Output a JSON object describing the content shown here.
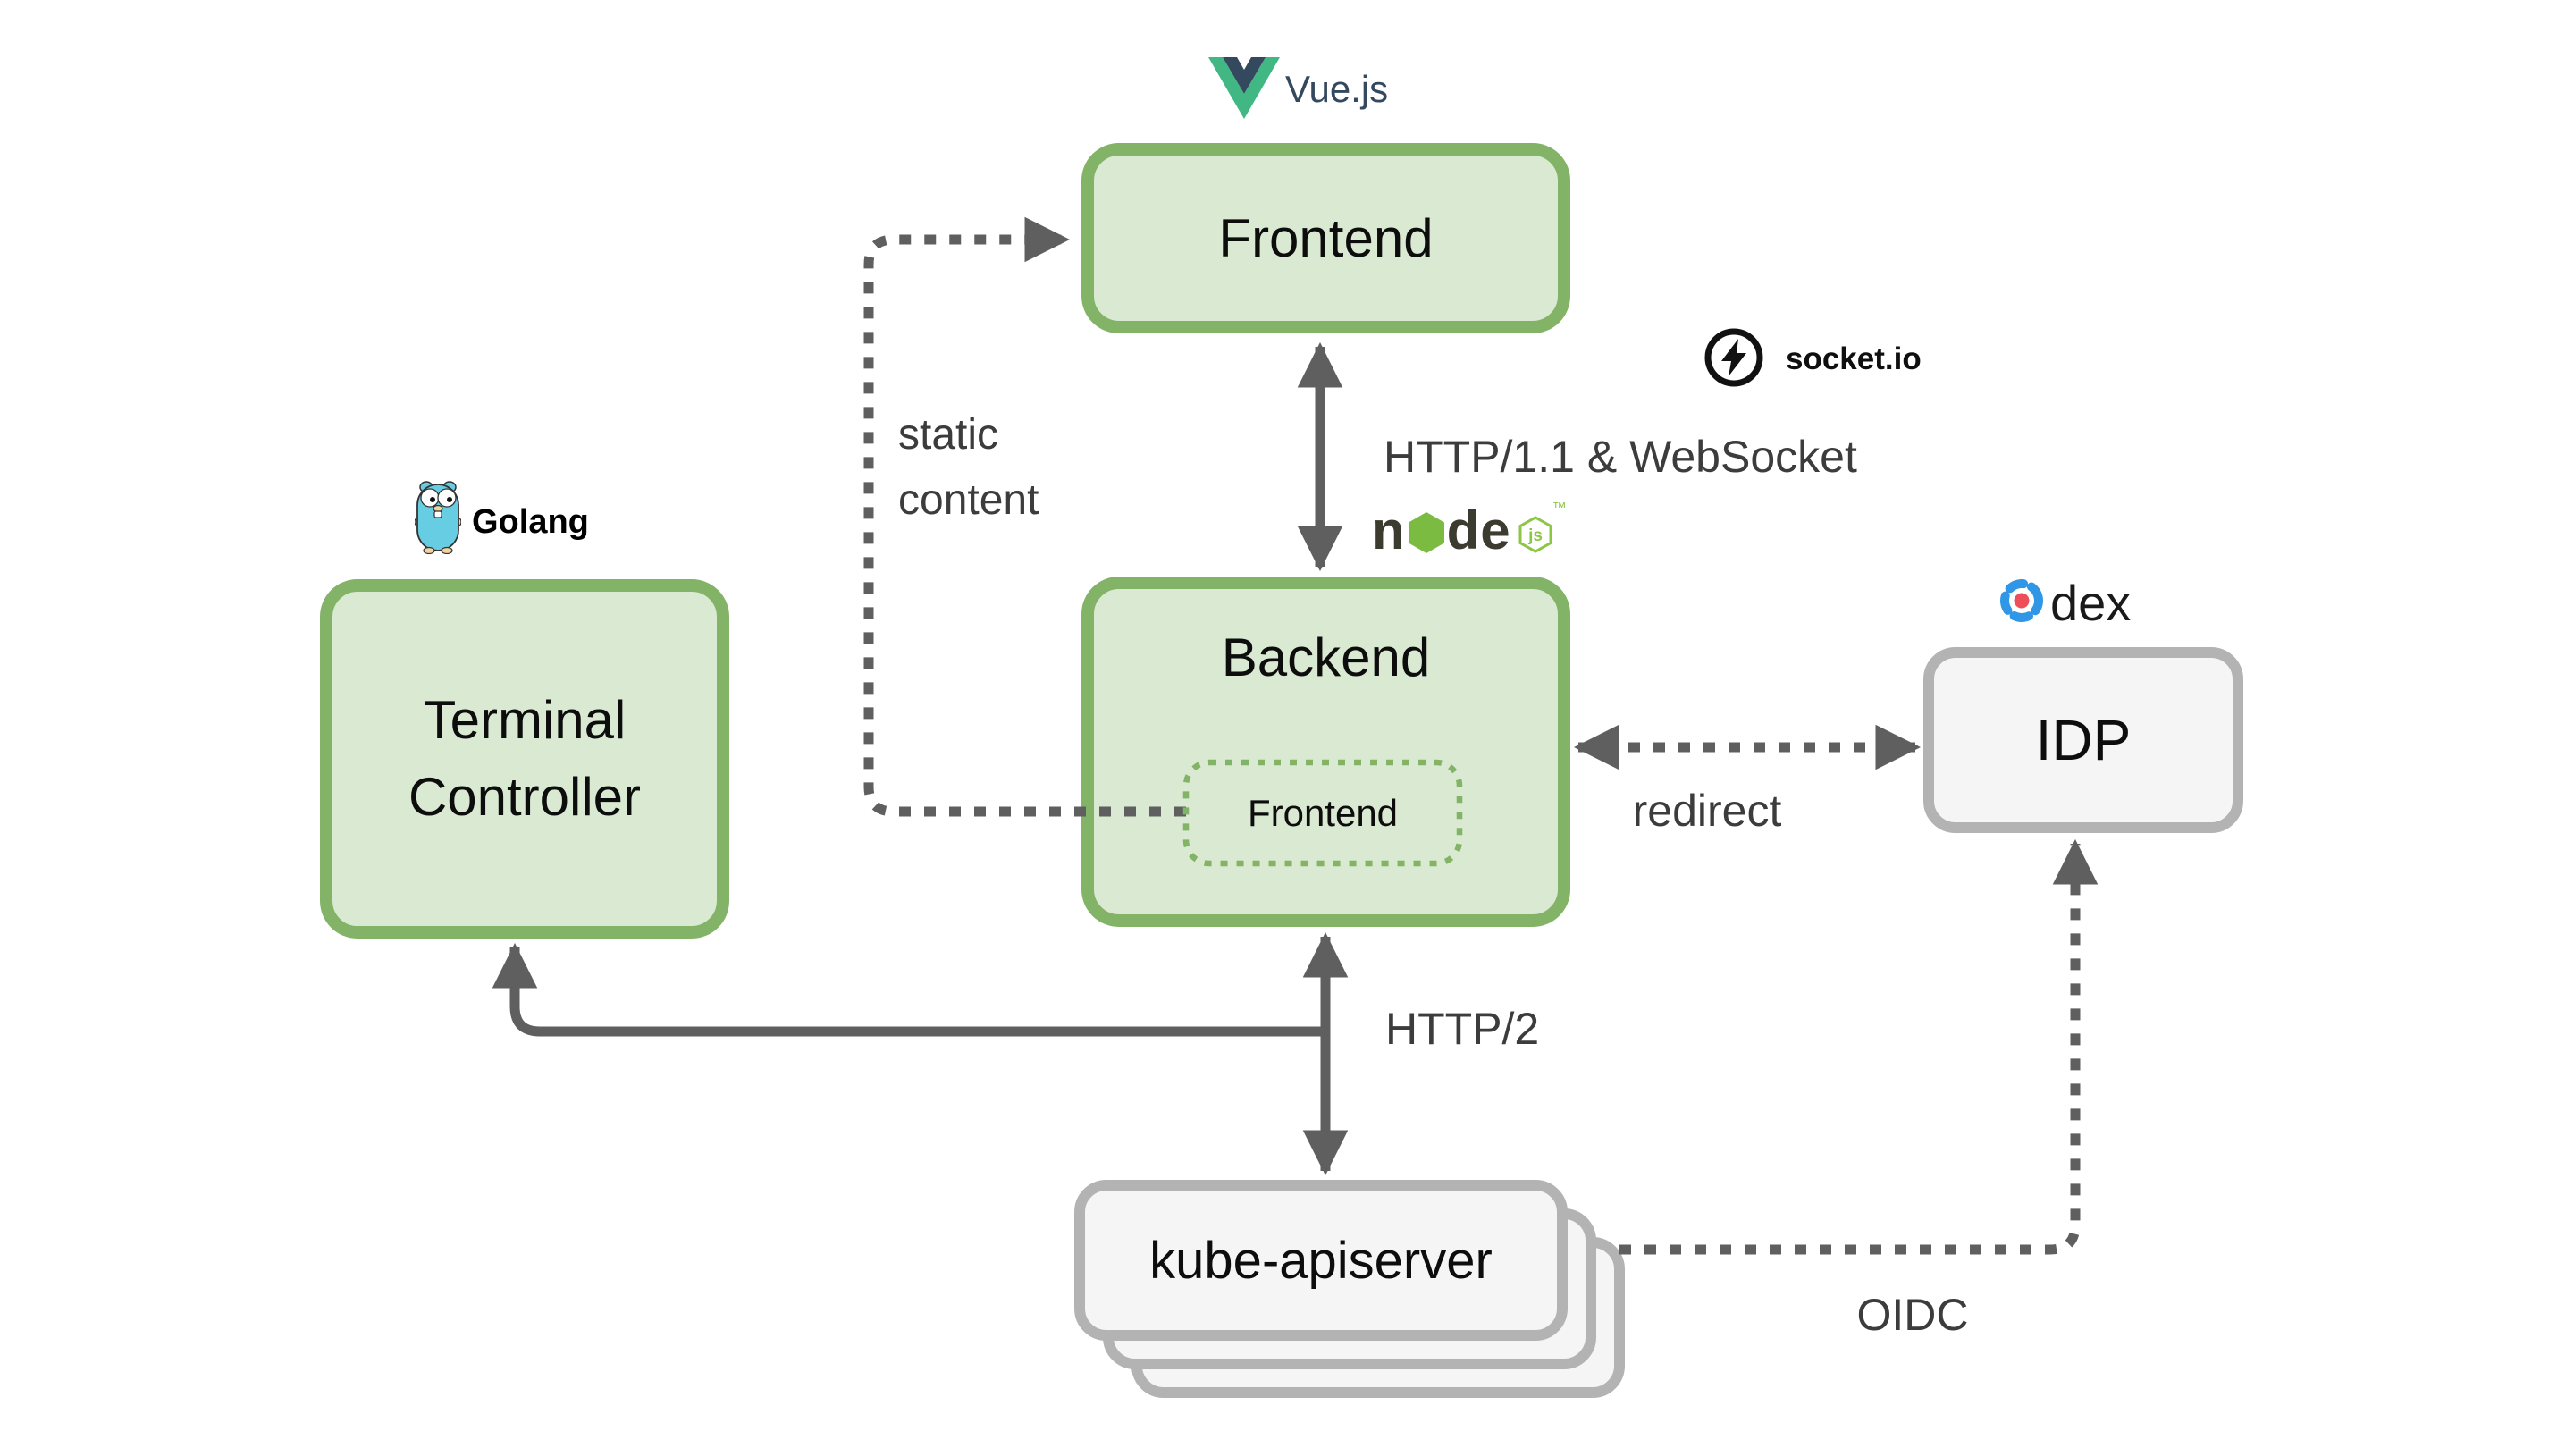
{
  "diagram": {
    "nodes": {
      "frontend": {
        "label": "Frontend"
      },
      "backend": {
        "label": "Backend",
        "nested_frontend": "Frontend"
      },
      "terminal_controller": {
        "line1": "Terminal",
        "line2": "Controller"
      },
      "idp": {
        "label": "IDP"
      },
      "kube_apiserver": {
        "label": "kube-apiserver"
      }
    },
    "edges": {
      "static_content": {
        "line1": "static",
        "line2": "content"
      },
      "http_websocket": {
        "label": "HTTP/1.1 & WebSocket"
      },
      "redirect": {
        "label": "redirect"
      },
      "http2": {
        "label": "HTTP/2"
      },
      "oidc": {
        "label": "OIDC"
      }
    },
    "logos": {
      "vuejs": {
        "label": "Vue.js"
      },
      "socketio": {
        "label": "socket.io"
      },
      "nodejs": {
        "word_start": "n",
        "word_end": "de",
        "badge": "js",
        "tm": "™"
      },
      "golang": {
        "label": "Golang"
      },
      "dex": {
        "label": "dex"
      }
    },
    "colors": {
      "green_node_fill": "#d9e9d2",
      "green_node_border": "#82b366",
      "gray_node_fill": "#f5f5f5",
      "gray_node_border": "#b3b3b3",
      "arrow_gray": "#5f5f5f",
      "label_text": "#3c3c3c",
      "vue_green": "#41b883",
      "vue_navy": "#35495e",
      "node_green": "#7cbb42",
      "node_dark": "#3b3b30",
      "go_blue": "#66cde2",
      "dex_blue": "#3097e6",
      "dex_red": "#ee4e5a",
      "socketio_black": "#111111"
    }
  }
}
